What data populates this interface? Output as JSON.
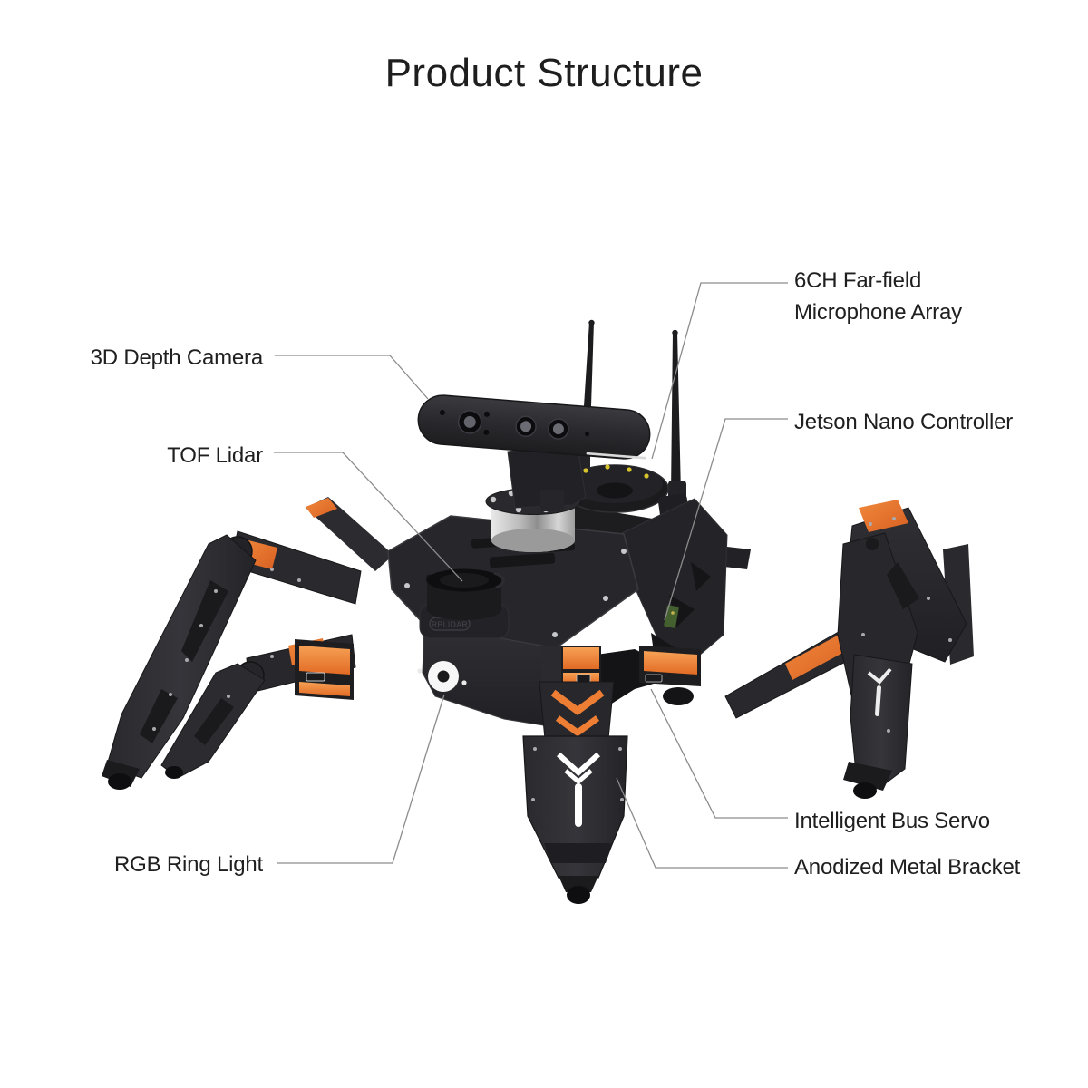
{
  "title": "Product Structure",
  "labels": {
    "depth_camera": "3D Depth Camera",
    "tof_lidar": "TOF Lidar",
    "rgb_ring_light": "RGB Ring Light",
    "mic_array_line1": "6CH Far-field",
    "mic_array_line2": "Microphone Array",
    "jetson": "Jetson Nano Controller",
    "bus_servo": "Intelligent Bus Servo",
    "metal_bracket": "Anodized Metal Bracket"
  },
  "device_markings": {
    "lidar_logo": "RPLIDAR"
  },
  "colors": {
    "background": "#FFFFFF",
    "text": "#1E1E1E",
    "leader_line": "#8C8C8C",
    "accent_orange": "#EE7E33",
    "body_dark": "#28282C",
    "ring_light": "#FFFFFF",
    "mic_led_yellow": "#D8C52E"
  }
}
